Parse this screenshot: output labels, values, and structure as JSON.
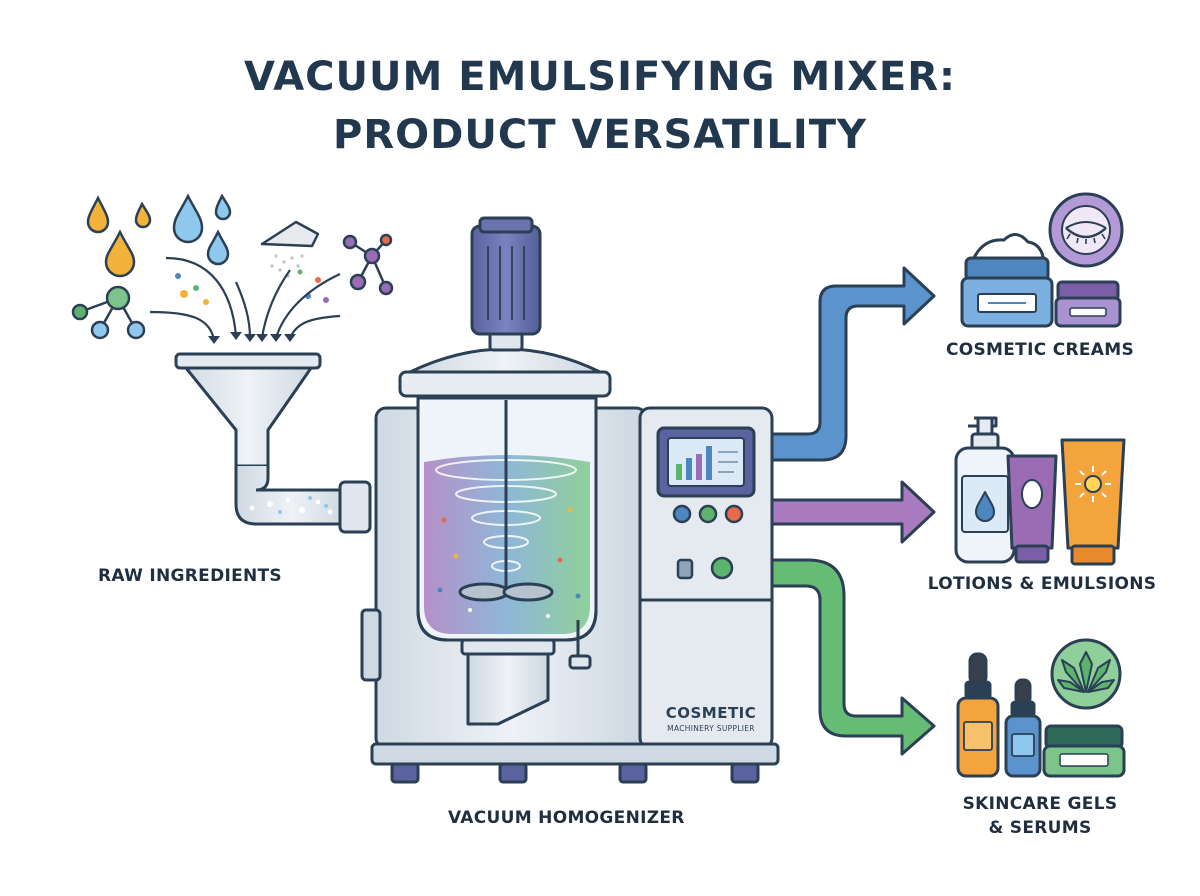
{
  "title": {
    "line1": "VACUUM EMULSIFYING MIXER:",
    "line2": "PRODUCT VERSATILITY"
  },
  "labels": {
    "raw_ingredients": "RAW INGREDIENTS",
    "vacuum_homogenizer": "VACUUM HOMOGENIZER",
    "cosmetic_creams": "COSMETIC CREAMS",
    "lotions_emulsions": "LOTIONS & EMULSIONS",
    "skincare_line1": "SKINCARE GELS",
    "skincare_line2": "& SERUMS"
  },
  "machine_brand": {
    "name": "COSMETIC",
    "tagline": "MACHINERY SUPPLIER"
  },
  "icons": {
    "ingredients": [
      "oil-drop-icon",
      "water-drop-icon",
      "powder-pile-icon",
      "molecule-icon"
    ],
    "creams": [
      "cream-jar-icon",
      "eye-care-icon"
    ],
    "lotions": [
      "pump-bottle-icon",
      "tube-icon",
      "sunscreen-tube-icon"
    ],
    "serums": [
      "dropper-bottle-icon",
      "gel-jar-icon",
      "aloe-icon"
    ]
  },
  "colors": {
    "title": "#22384f",
    "arrow_blue": "#4e86c0",
    "arrow_purple": "#9a6cb4",
    "arrow_green": "#5cb46c",
    "machine_steel": "#dfe6ee",
    "outline": "#2b3f55"
  }
}
